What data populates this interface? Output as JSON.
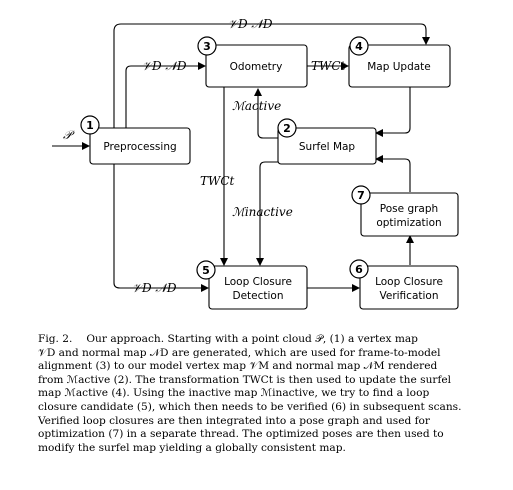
{
  "nodes": {
    "preprocessing": {
      "number": "1",
      "label": "Preprocessing"
    },
    "surfel_map": {
      "number": "2",
      "label": "Surfel Map"
    },
    "odometry": {
      "number": "3",
      "label": "Odometry"
    },
    "map_update": {
      "number": "4",
      "label": "Map Update"
    },
    "loop_closure_detection": {
      "number": "5",
      "label_line1": "Loop Closure",
      "label_line2": "Detection"
    },
    "loop_closure_verification": {
      "number": "6",
      "label_line1": "Loop Closure",
      "label_line2": "Verification"
    },
    "pose_graph_optimization": {
      "number": "7",
      "label_line1": "Pose graph",
      "label_line2": "optimization"
    }
  },
  "edge_labels": {
    "input": "𝒫",
    "vd_nd": "𝒱D 𝒩D",
    "twc": "TWCt",
    "m_active": "ℳactive",
    "m_inactive": "ℳinactive"
  },
  "caption": {
    "label": "Fig. 2.",
    "lines": [
      "Our approach. Starting with a point cloud 𝒫, (1) a vertex map",
      "𝒱D and normal map 𝒩D are generated, which are used for frame-to-model",
      "alignment (3) to our model vertex map 𝒱M and normal map 𝒩M rendered",
      "from ℳactive (2). The transformation TWCt is then used to update the surfel",
      "map ℳactive (4). Using the inactive map ℳinactive, we try to find a loop",
      "closure candidate (5), which then needs to be verified (6) in subsequent scans.",
      "Verified loop closures are then integrated into a pose graph and used for",
      "optimization (7) in a separate thread. The optimized poses are then used to",
      "modify the surfel map yielding a globally consistent map."
    ]
  }
}
